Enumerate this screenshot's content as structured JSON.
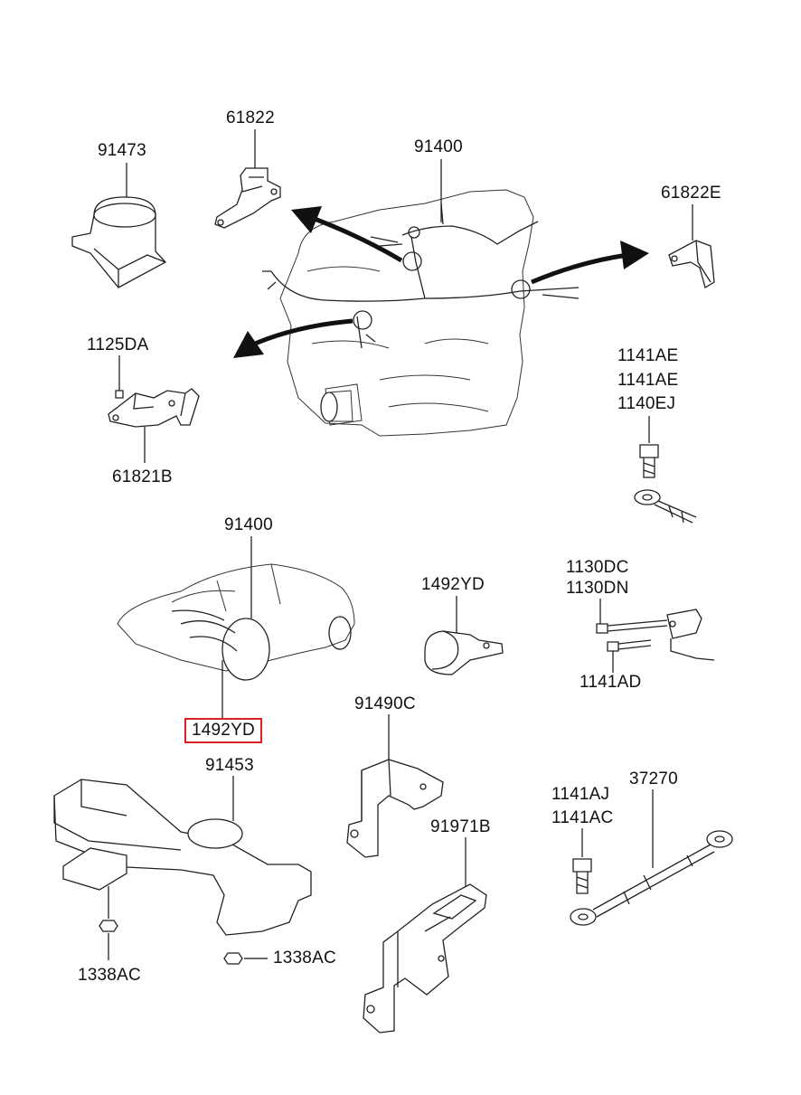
{
  "labels": {
    "p91473": "91473",
    "p61822": "61822",
    "p91400_top": "91400",
    "p61822E": "61822E",
    "p1125DA": "1125DA",
    "p61821B": "61821B",
    "p1141AE_a": "1141AE",
    "p1141AE_b": "1141AE",
    "p1140EJ": "1140EJ",
    "p91400_mid": "91400",
    "p1492YD_right": "1492YD",
    "p1130DC": "1130DC",
    "p1130DN": "1130DN",
    "p1141AD": "1141AD",
    "p1492YD_hl": "1492YD",
    "p91490C": "91490C",
    "p91453": "91453",
    "p1141AJ": "1141AJ",
    "p1141AC": "1141AC",
    "p37270": "37270",
    "p91971B": "91971B",
    "p1338AC_left": "1338AC",
    "p1338AC_right": "1338AC"
  },
  "colors": {
    "highlight": "#e02020",
    "line": "#222222",
    "background": "#ffffff"
  }
}
